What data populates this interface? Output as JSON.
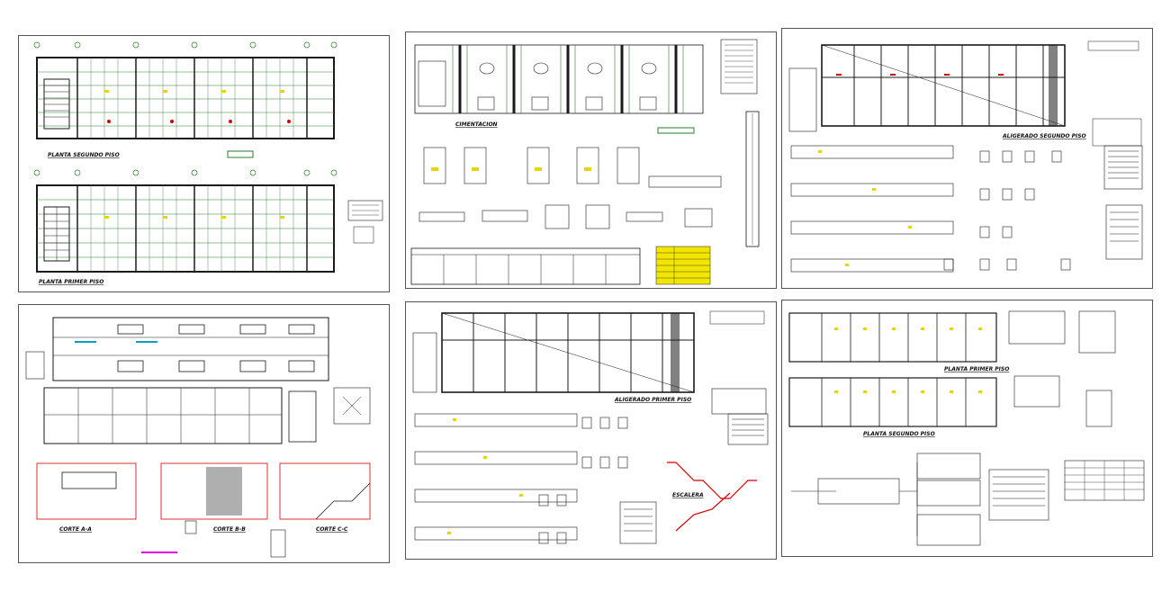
{
  "document": {
    "description_type": "architectural-structural CAD drawing set",
    "sheets": [
      {
        "id": "sheet-1",
        "labels": [
          "PLANTA SEGUNDO PISO",
          "PLANTA PRIMER PISO"
        ]
      },
      {
        "id": "sheet-2",
        "labels": [
          "CIMENTACION"
        ]
      },
      {
        "id": "sheet-3",
        "labels": [
          "ALIGERADO SEGUNDO PISO"
        ]
      },
      {
        "id": "sheet-4",
        "labels": [
          "CORTE A-A",
          "CORTE B-B",
          "CORTE C-C"
        ]
      },
      {
        "id": "sheet-5",
        "labels": [
          "ALIGERADO PRIMER PISO",
          "ESCALERA"
        ]
      },
      {
        "id": "sheet-6",
        "labels": [
          "PLANTA PRIMER PISO",
          "PLANTA SEGUNDO PISO"
        ]
      }
    ]
  },
  "colors": {
    "grid": "#2b7a2b",
    "axis": "#1d8f1d",
    "wall": "#1a1a1a",
    "accent_yellow": "#e6d600",
    "accent_red": "#d40000",
    "accent_magenta": "#e000e0",
    "accent_cyan": "#00a0c0",
    "table_yellow": "#f2e600"
  }
}
